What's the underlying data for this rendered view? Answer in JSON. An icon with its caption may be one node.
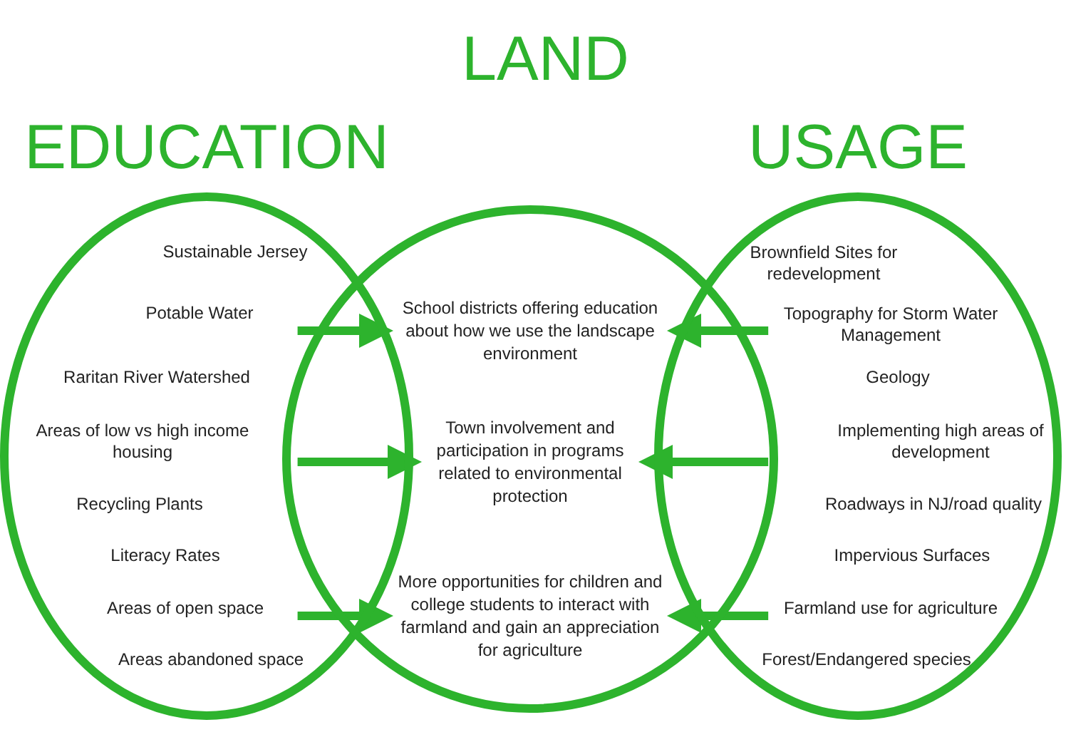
{
  "diagram": {
    "title": "LAND",
    "nodes": [
      {
        "text": [
          "EDUCATION"
        ]
      },
      {
        "text": [],
        "shape": "circle"
      },
      {
        "text": [
          "USAGE"
        ]
      },
      {
        "text": [
          "School districts offering education about how we use the landscape environment"
        ],
        "in": 1
      },
      {
        "text": [
          "Town involvement and participation in programs related to environmental protection"
        ],
        "in": 1
      },
      {
        "text": [
          "More opportunities for children and college students to interact with farmland and gain an appreciation for agriculture"
        ],
        "in": 1
      }
    ],
    "edges": [
      {
        "from": 0,
        "to": 3,
        "arrow": "to"
      },
      {
        "from": 0,
        "to": 4,
        "arrow": "to"
      },
      {
        "from": 0,
        "to": 5,
        "arrow": "to"
      },
      {
        "from": 2,
        "to": 3,
        "arrow": "to"
      },
      {
        "from": 2,
        "to": 4,
        "arrow": "to"
      },
      {
        "from": 2,
        "to": 5,
        "arrow": "to"
      }
    ],
    "labels": [
      "Sustainable Jersey",
      "Potable Water",
      "Raritan River Watershed",
      "Areas of low vs high income housing",
      "Recycling Plants",
      "Literacy Rates",
      "Areas of open space",
      "Areas abandoned space",
      "Brownfield Sites for redevelopment",
      "Topography for Storm Water Management",
      "Geology",
      "Implementing high areas of development",
      "Roadways in NJ/road quality",
      "Impervious Surfaces",
      "Farmland use for agriculture",
      "Forest/Endangered species"
    ]
  }
}
